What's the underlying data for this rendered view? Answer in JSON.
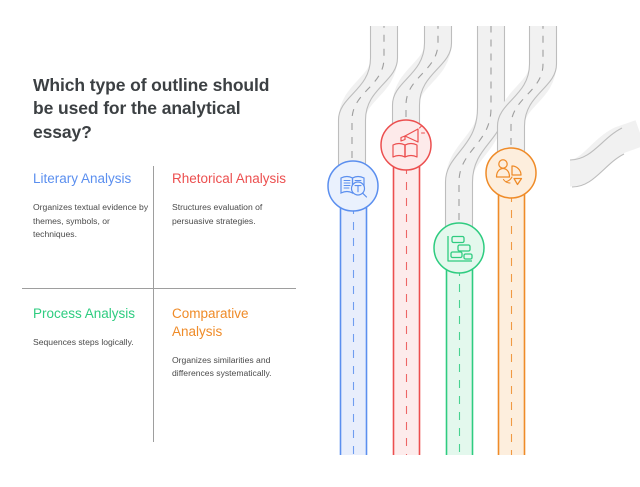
{
  "title": "Which type of outline should be used for the analytical essay?",
  "quadrants": [
    {
      "id": "literary-analysis",
      "heading": "Literary Analysis",
      "body": "Organizes textual evidence by themes, symbols, or techniques.",
      "color": "#5b8fef",
      "icon": "book-magnifier-text-icon",
      "position": "top-left"
    },
    {
      "id": "rhetorical-analysis",
      "heading": "Rhetorical Analysis",
      "body": "Structures evaluation of persuasive strategies.",
      "color": "#ec4f4f",
      "icon": "book-megaphone-icon",
      "position": "top-right"
    },
    {
      "id": "process-analysis",
      "heading": "Process Analysis",
      "body": "Sequences steps logically.",
      "color": "#2ecc80",
      "icon": "gantt-chart-icon",
      "position": "bottom-left"
    },
    {
      "id": "comparative-analysis",
      "heading": "Comparative Analysis",
      "body": "Organizes similarities and differences systematically.",
      "color": "#ef8b28",
      "icon": "person-pie-chart-icon",
      "position": "bottom-right"
    }
  ],
  "graphic": {
    "name": "four-winding-roads-illustration",
    "road_count": 4,
    "road_colors": [
      "#5b8fef",
      "#ec4f4f",
      "#2ecc80",
      "#ef8b28"
    ],
    "road_fills": [
      "#e8eefc",
      "#fdecec",
      "#e3f8ed",
      "#fdeedd"
    ],
    "upper_road_color": "#bdbdbd",
    "upper_road_fill": "#f1f1f1",
    "marker_icons": [
      "book-magnifier-text-icon",
      "book-megaphone-icon",
      "gantt-chart-icon",
      "person-pie-chart-icon"
    ]
  },
  "colors": {
    "title": "#3c4043",
    "body_text": "#4a4a4a",
    "divider": "#9e9e9e",
    "background": "#ffffff"
  }
}
